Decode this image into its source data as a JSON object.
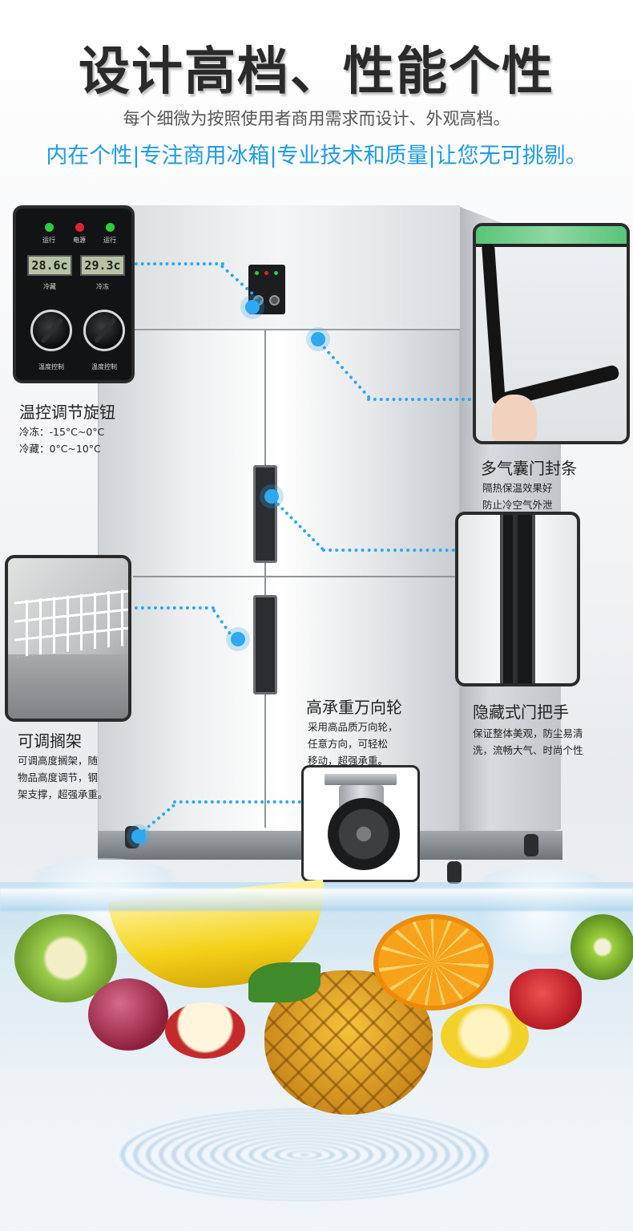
{
  "header": {
    "headline": "设计高档、性能个性",
    "subline": "每个细微为按照使用者商用需求而设计、外观高档。",
    "tagline": "内在个性|专注商用冰箱|专业技术和质量|让您无可挑剔。"
  },
  "control_panel": {
    "led_labels": [
      "运行",
      "电源",
      "运行"
    ],
    "lcd_values": [
      "28.6c",
      "29.3c"
    ],
    "lcd_labels": [
      "冷藏",
      "冷冻"
    ],
    "dial_labels": [
      "温度控制",
      "温度控制"
    ],
    "title": "温控调节旋钮",
    "desc_lines": [
      "冷冻：-15°C~0°C",
      "冷藏：0°C~10°C"
    ]
  },
  "gasket": {
    "title": "多气囊门封条",
    "desc_lines": [
      "隔热保温效果好",
      "防止冷空气外泄"
    ]
  },
  "handle": {
    "title": "隐藏式门把手",
    "desc_lines": [
      "保证整体美观，防尘易清",
      "洗，流畅大气、时尚个性"
    ]
  },
  "shelf": {
    "title": "可调搁架",
    "desc_lines": [
      "可调高度搁架，随",
      "物品高度调节，钢",
      "架支撑，超强承重。"
    ]
  },
  "caster": {
    "title": "高承重万向轮",
    "desc_lines": [
      "采用高品质万向轮，",
      "任意方向，可轻松",
      "移动，超强承重。"
    ]
  },
  "colors": {
    "accent": "#1f9be4",
    "dot": "#2ea8f0",
    "panel_border": "#2b2b2b"
  },
  "icons": {
    "led_green": "#2ecc40",
    "led_red": "#e0242a"
  }
}
